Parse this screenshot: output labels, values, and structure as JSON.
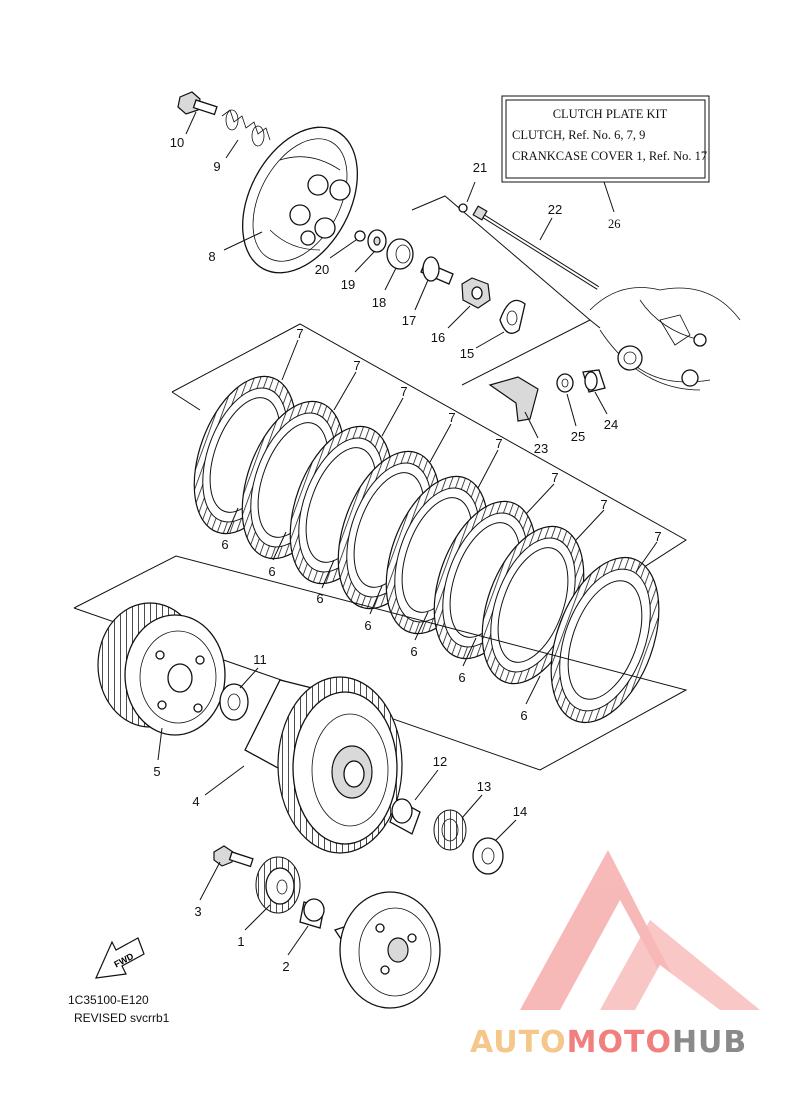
{
  "kit_box": {
    "title": "CLUTCH PLATE KIT",
    "line1": "CLUTCH, Ref. No. 6, 7, 9",
    "line2": "CRANKCASE COVER 1, Ref. No. 17",
    "ref": "26"
  },
  "callouts": {
    "p1": "1",
    "p2": "2",
    "p3": "3",
    "p4": "4",
    "p5": "5",
    "p6": "6",
    "p7": "7",
    "p8": "8",
    "p9": "9",
    "p10": "10",
    "p11": "11",
    "p12": "12",
    "p13": "13",
    "p14": "14",
    "p15": "15",
    "p16": "16",
    "p17": "17",
    "p18": "18",
    "p19": "19",
    "p20": "20",
    "p21": "21",
    "p22": "22",
    "p23": "23",
    "p24": "24",
    "p25": "25"
  },
  "fwd_label": "FWD",
  "diagram_code": "1C35100-E120",
  "revision": "REVISED svcrrb1",
  "watermark": {
    "part1": "AUTO",
    "part2": "MOTO",
    "part3": "HUB",
    "color_auto": "#f5c78a",
    "color_moto": "#f27f7f",
    "color_hub": "#9a9a9a"
  }
}
